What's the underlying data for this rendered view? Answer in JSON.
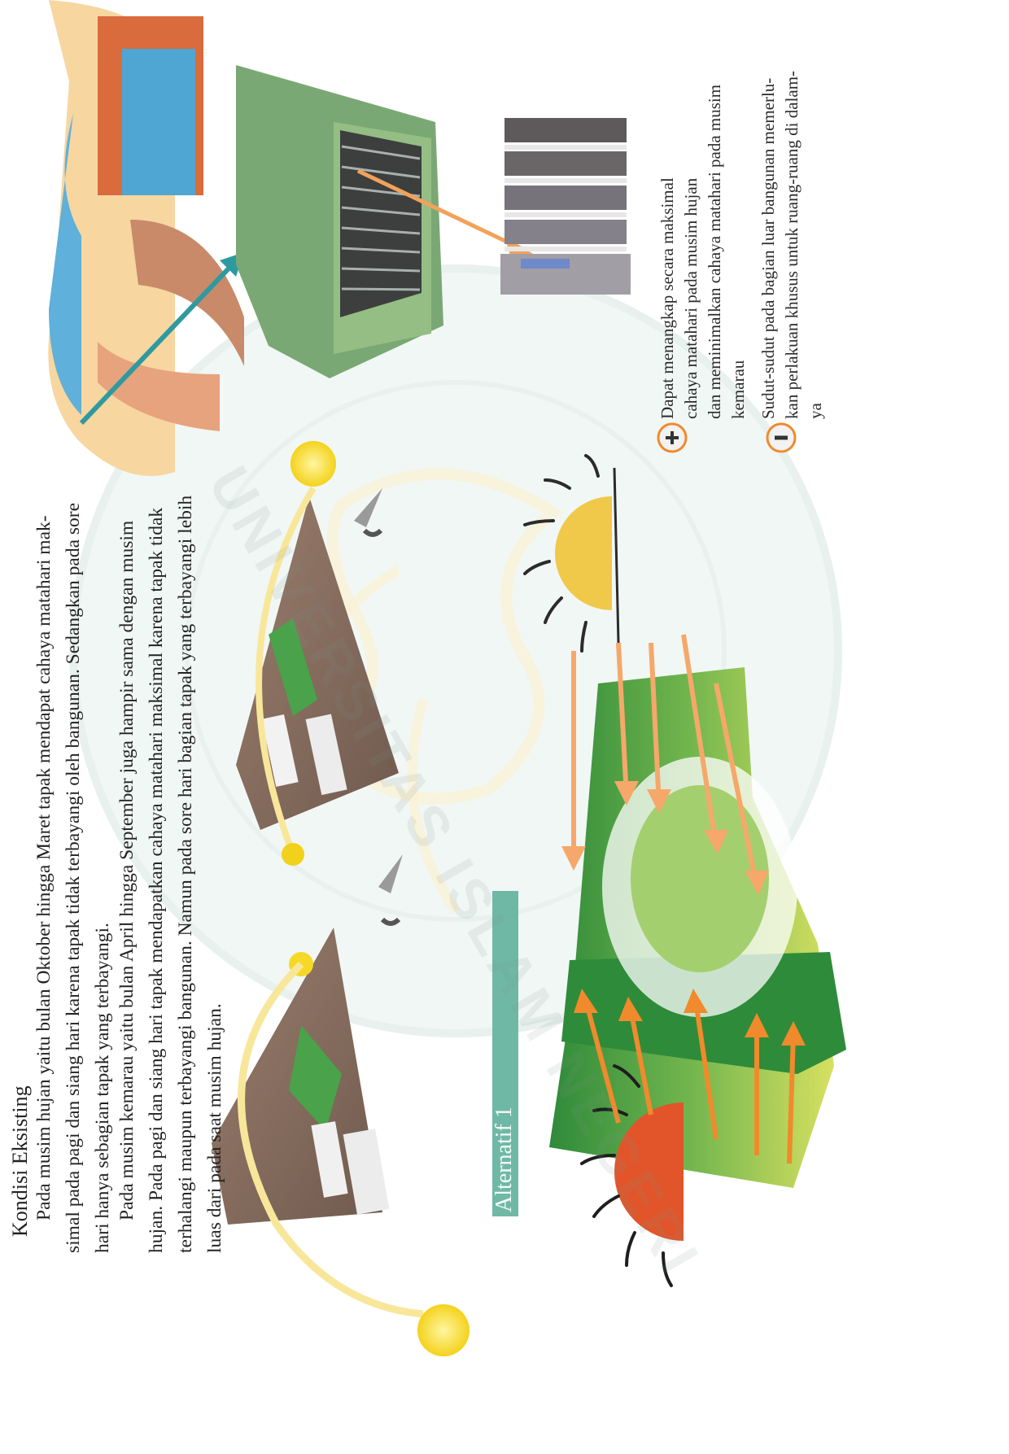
{
  "section": {
    "heading": "Kondisi Eksisting",
    "paragraph1": [
      "Pada musim hujan yaitu bulan Oktober hingga Maret tapak mendapat cahaya matahari mak-",
      "simal pada pagi dan siang hari karena tapak tidak terbayangi oleh bangunan. Sedangkan pada sore",
      "hari hanya sebagian tapak yang terbayangi."
    ],
    "paragraph2": [
      "Pada musim kemarau yaitu bulan April hingga September juga hampir sama dengan musim",
      "hujan. Pada pagi dan siang hari tapak mendapatkan cahaya matahari maksimal karena tapak tidak",
      "terhalangi maupun terbayangi bangunan. Namun pada sore hari bagian tapak yang terbayangi lebih",
      "luas dari pada saat musim hujan."
    ]
  },
  "alternative": {
    "label": "Alternatif 1"
  },
  "legend": {
    "plus": {
      "icon": "plus-icon",
      "lines": [
        "Dapat menangkap secara maksimal",
        "cahaya matahari pada musim hujan",
        "dan meminimalkan cahaya matahari pada musim",
        "kemarau"
      ]
    },
    "minus": {
      "icon": "minus-icon",
      "lines": [
        "Sudut-sudut pada bagian luar bangunan memerlu-",
        "kan perlakuan khusus untuk ruang-ruang di dalam-",
        "ya"
      ]
    }
  },
  "colors": {
    "teal_label": "#6fb8a6",
    "sun_red": "#e2552a",
    "sun_yellow": "#f0c84a",
    "arrow_orange": "#f08a2c",
    "site_green": "#6fb94c"
  }
}
